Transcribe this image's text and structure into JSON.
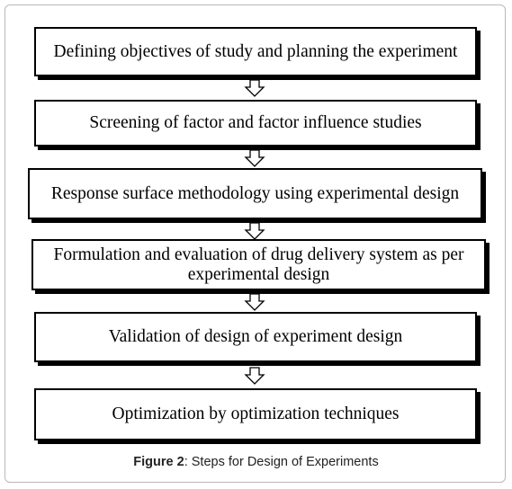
{
  "diagram": {
    "steps": [
      {
        "label": "Defining objectives of study and planning the experiment"
      },
      {
        "label": "Screening of factor and factor influence studies"
      },
      {
        "label": "Response surface methodology using experimental design"
      },
      {
        "label": "Formulation and evaluation of drug delivery system as per experimental design"
      },
      {
        "label": "Validation of design of experiment design"
      },
      {
        "label": "Optimization by optimization techniques"
      }
    ]
  },
  "caption": {
    "figure_label": "Figure 2",
    "separator": ": ",
    "text": "Steps for Design of Experiments"
  },
  "colors": {
    "box_border": "#000000",
    "frame_border": "#b9b9b9",
    "caption_text": "#222222"
  }
}
